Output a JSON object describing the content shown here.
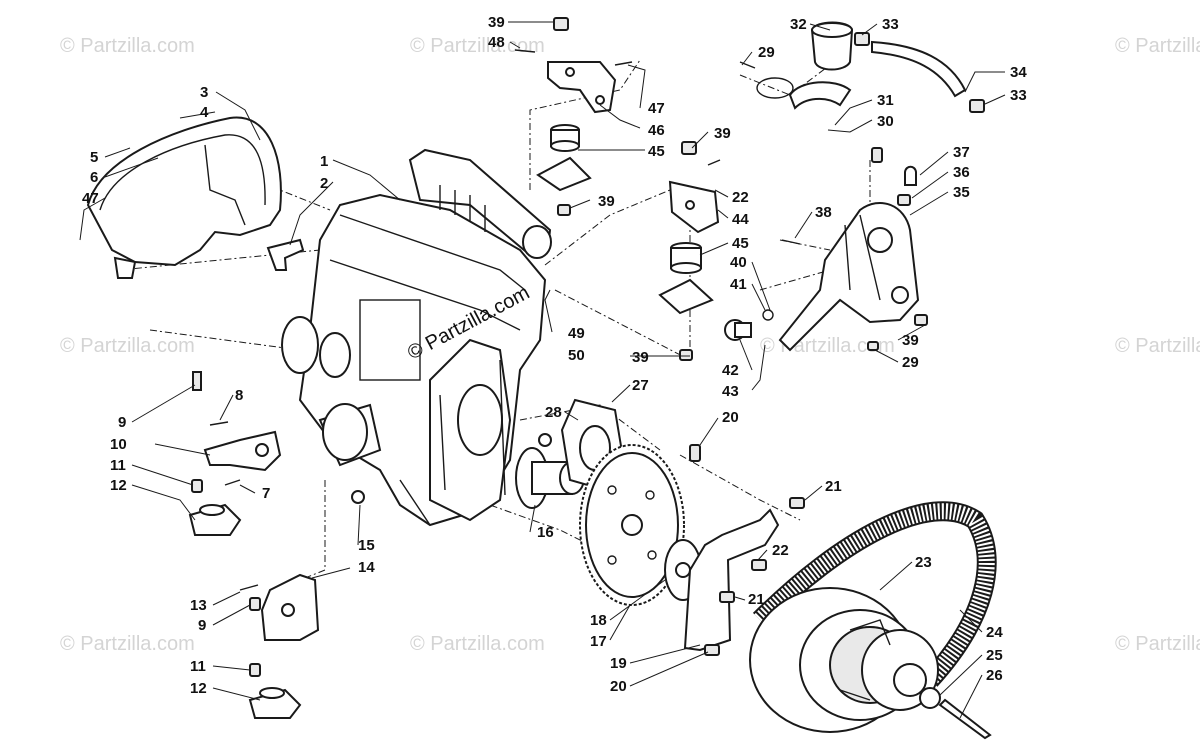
{
  "watermark": {
    "text": "© Partzilla.com",
    "center_text": "© Partzilla.com"
  },
  "callouts": [
    {
      "id": "c39a",
      "text": "39"
    },
    {
      "id": "c48",
      "text": "48"
    },
    {
      "id": "c47a",
      "text": "47"
    },
    {
      "id": "c46",
      "text": "46"
    },
    {
      "id": "c45a",
      "text": "45"
    },
    {
      "id": "c39b",
      "text": "39"
    },
    {
      "id": "c39c",
      "text": "39"
    },
    {
      "id": "c22a",
      "text": "22"
    },
    {
      "id": "c44",
      "text": "44"
    },
    {
      "id": "c45b",
      "text": "45"
    },
    {
      "id": "c49",
      "text": "49"
    },
    {
      "id": "c50",
      "text": "50"
    },
    {
      "id": "c39d",
      "text": "39"
    },
    {
      "id": "c27",
      "text": "27"
    },
    {
      "id": "c28",
      "text": "28"
    },
    {
      "id": "c20a",
      "text": "20"
    },
    {
      "id": "c32",
      "text": "32"
    },
    {
      "id": "c33a",
      "text": "33"
    },
    {
      "id": "c29a",
      "text": "29"
    },
    {
      "id": "c34",
      "text": "34"
    },
    {
      "id": "c33b",
      "text": "33"
    },
    {
      "id": "c31",
      "text": "31"
    },
    {
      "id": "c30",
      "text": "30"
    },
    {
      "id": "c37",
      "text": "37"
    },
    {
      "id": "c36",
      "text": "36"
    },
    {
      "id": "c35",
      "text": "35"
    },
    {
      "id": "c38",
      "text": "38"
    },
    {
      "id": "c40",
      "text": "40"
    },
    {
      "id": "c41",
      "text": "41"
    },
    {
      "id": "c39e",
      "text": "39"
    },
    {
      "id": "c29b",
      "text": "29"
    },
    {
      "id": "c42",
      "text": "42"
    },
    {
      "id": "c43",
      "text": "43"
    },
    {
      "id": "c3",
      "text": "3"
    },
    {
      "id": "c4",
      "text": "4"
    },
    {
      "id": "c5",
      "text": "5"
    },
    {
      "id": "c6",
      "text": "6"
    },
    {
      "id": "c47b",
      "text": "47"
    },
    {
      "id": "c1",
      "text": "1"
    },
    {
      "id": "c2",
      "text": "2"
    },
    {
      "id": "c8",
      "text": "8"
    },
    {
      "id": "c9a",
      "text": "9"
    },
    {
      "id": "c10",
      "text": "10"
    },
    {
      "id": "c11a",
      "text": "11"
    },
    {
      "id": "c12a",
      "text": "12"
    },
    {
      "id": "c7",
      "text": "7"
    },
    {
      "id": "c15",
      "text": "15"
    },
    {
      "id": "c14",
      "text": "14"
    },
    {
      "id": "c13",
      "text": "13"
    },
    {
      "id": "c9b",
      "text": "9"
    },
    {
      "id": "c11b",
      "text": "11"
    },
    {
      "id": "c12b",
      "text": "12"
    },
    {
      "id": "c16",
      "text": "16"
    },
    {
      "id": "c18",
      "text": "18"
    },
    {
      "id": "c17",
      "text": "17"
    },
    {
      "id": "c19",
      "text": "19"
    },
    {
      "id": "c20b",
      "text": "20"
    },
    {
      "id": "c21a",
      "text": "21"
    },
    {
      "id": "c22b",
      "text": "22"
    },
    {
      "id": "c21b",
      "text": "21"
    },
    {
      "id": "c23",
      "text": "23"
    },
    {
      "id": "c24",
      "text": "24"
    },
    {
      "id": "c25",
      "text": "25"
    },
    {
      "id": "c26",
      "text": "26"
    }
  ]
}
